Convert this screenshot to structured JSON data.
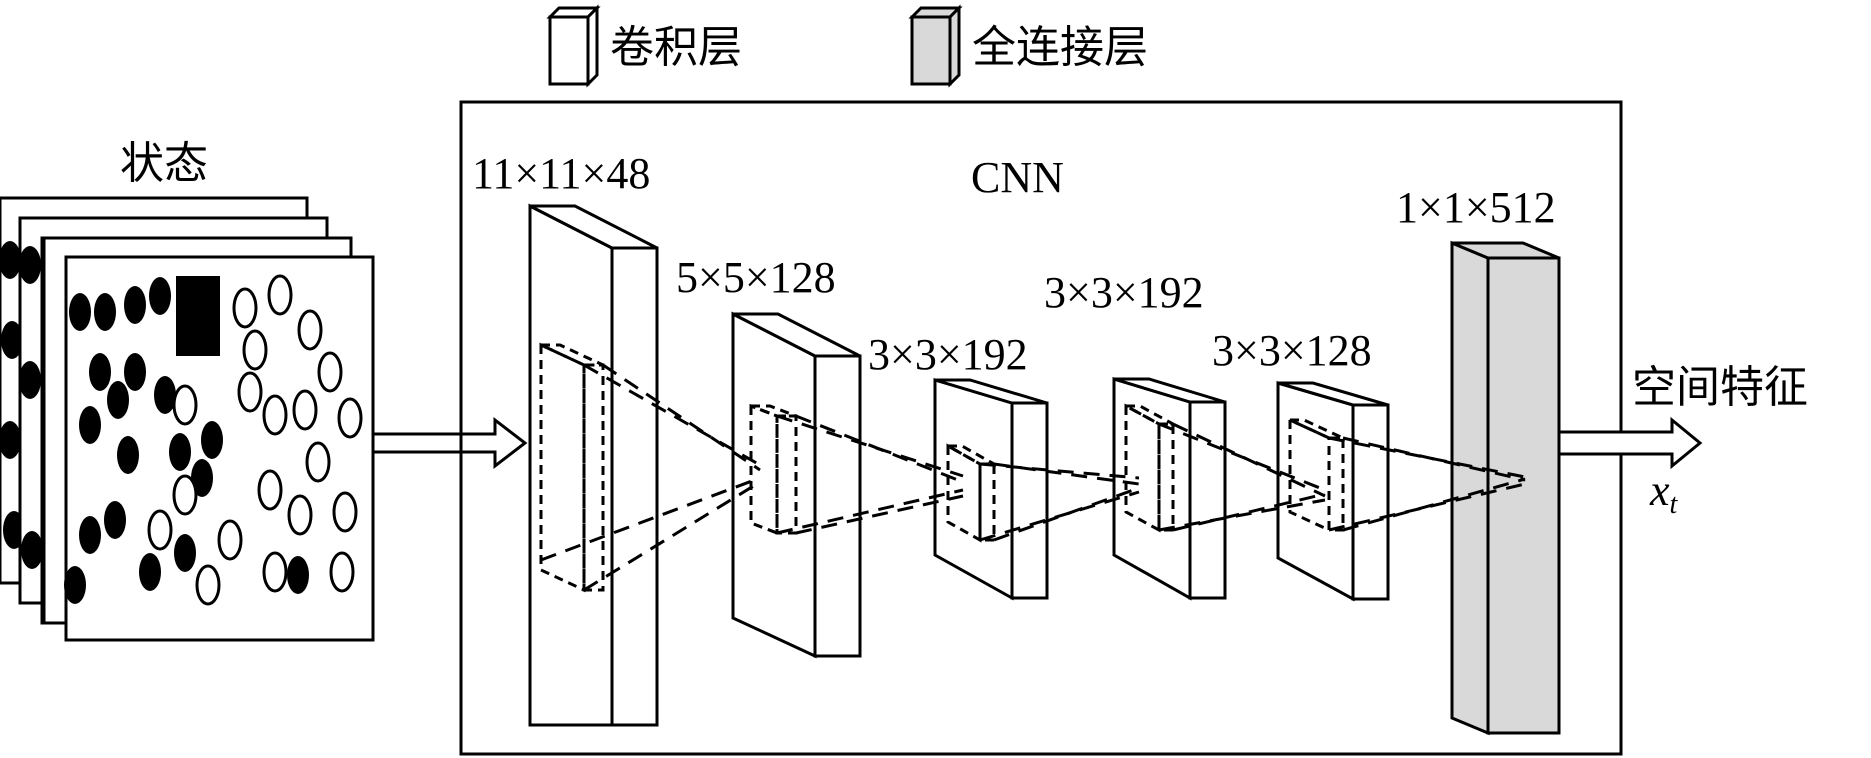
{
  "legend": {
    "conv_label": "卷积层",
    "fc_label": "全连接层",
    "fc_fill": "#d9d9d9"
  },
  "state_label": "状态",
  "cnn_label": "CNN",
  "layers": [
    {
      "label": "11×11×48"
    },
    {
      "label": "5×5×128"
    },
    {
      "label": "3×3×192"
    },
    {
      "label": "3×3×192"
    },
    {
      "label": "3×3×128"
    },
    {
      "label": "1×1×512"
    }
  ],
  "output": {
    "label": "空间特征",
    "var_main": "x",
    "var_sub": "t"
  }
}
